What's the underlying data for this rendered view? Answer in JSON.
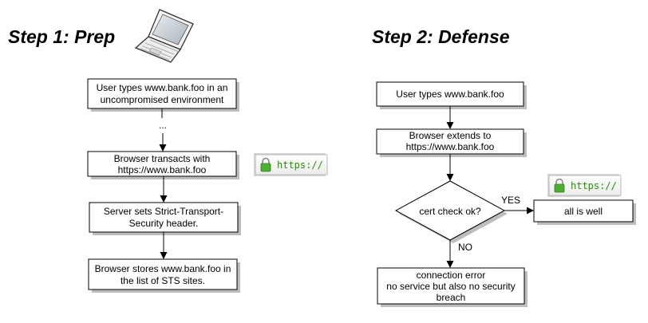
{
  "steps": [
    {
      "title": "Step 1: Prep",
      "nodes": [
        {
          "id": "s1-n1",
          "lines": [
            "User types www.bank.foo in an",
            "uncompromised environment"
          ]
        },
        {
          "id": "s1-n2",
          "lines": [
            "..."
          ]
        },
        {
          "id": "s1-n3",
          "lines": [
            "Browser transacts with",
            "https://www.bank.foo"
          ]
        },
        {
          "id": "s1-n4",
          "lines": [
            "Server sets Strict-Transport-",
            "Security header."
          ]
        },
        {
          "id": "s1-n5",
          "lines": [
            "Browser stores www.bank.foo in",
            "the list of STS sites."
          ]
        }
      ],
      "url_bar": {
        "text": "https://",
        "icon": "lock-icon"
      }
    },
    {
      "title": "Step 2: Defense",
      "nodes": [
        {
          "id": "s2-n1",
          "lines": [
            "User types www.bank.foo"
          ]
        },
        {
          "id": "s2-n2",
          "lines": [
            "Browser extends to",
            "https://www.bank.foo"
          ]
        },
        {
          "id": "s2-decision",
          "lines": [
            "cert check ok?"
          ]
        },
        {
          "id": "s2-ok",
          "lines": [
            "all is well"
          ]
        },
        {
          "id": "s2-error",
          "lines": [
            "connection error",
            "no service but also no security",
            "breach"
          ]
        }
      ],
      "edge_labels": {
        "yes": "YES",
        "no": "NO"
      },
      "url_bar": {
        "text": "https://",
        "icon": "lock-icon"
      }
    }
  ],
  "decorations": {
    "laptop": "laptop-icon"
  },
  "colors": {
    "url_green": "#2d8a12",
    "lock_green": "#4caf32",
    "box_stroke": "#000000",
    "shadow": "#bdbdbd"
  }
}
